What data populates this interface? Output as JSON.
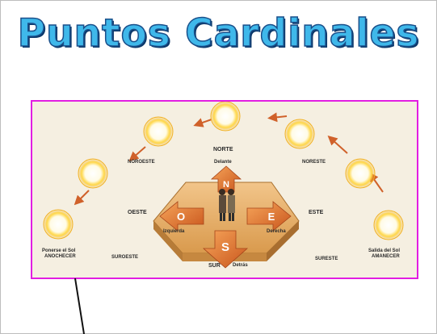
{
  "title": "Puntos Cardinales",
  "labels": {
    "norte": "NORTE",
    "delante": "Delante",
    "noroeste": "NOROESTE",
    "noreste": "NORESTE",
    "oeste": "OESTE",
    "este": "ESTE",
    "izquierda": "Izquierda",
    "derecha": "Derecha",
    "sudeste": "SUROESTE",
    "sureste": "SURESTE",
    "sur": "SUR",
    "detras": "Detrás",
    "ponerse": "Ponerse el Sol",
    "anochecer": "ANOCHECER",
    "salida": "Salida del Sol",
    "amanecer": "AMANECER"
  },
  "arrow_letters": {
    "n": "N",
    "o": "O",
    "e": "E",
    "s": "S"
  },
  "colors": {
    "title_fill": "#3fb8ea",
    "title_stroke": "#1a4f8a",
    "frame": "#e21ee2",
    "arrow": "#e0702a",
    "board": "#e9b46a"
  }
}
